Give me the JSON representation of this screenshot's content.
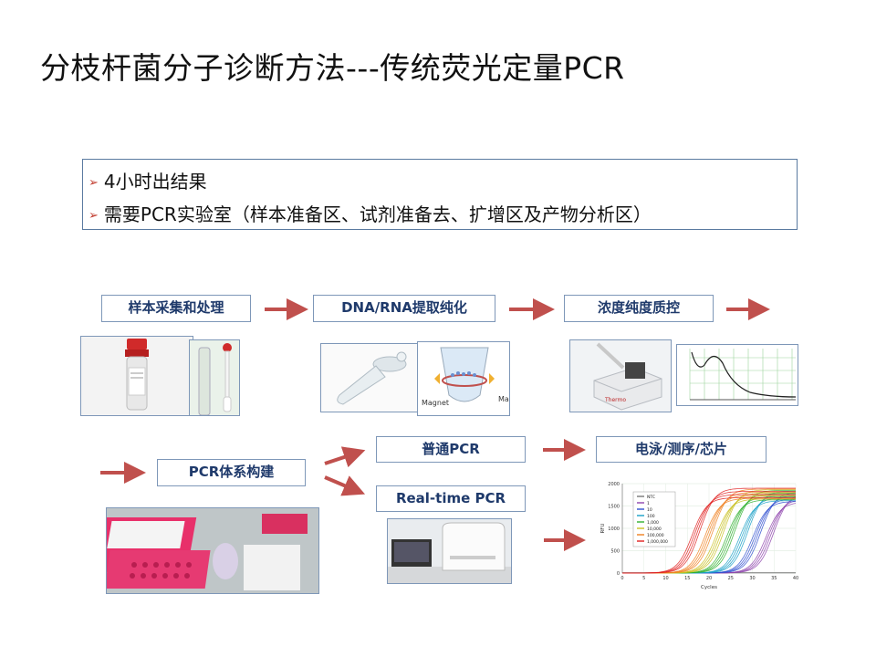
{
  "title": "分枝杆菌分子诊断方法---传统荧光定量PCR",
  "bullets": [
    "4小时出结果",
    "需要PCR实验室（样本准备区、试剂准备去、扩增区及产物分析区）"
  ],
  "flow": {
    "step1": "样本采集和处理",
    "step2": "DNA/RNA提取纯化",
    "step3": "浓度纯度质控",
    "step4": "PCR体系构建",
    "step5a": "普通PCR",
    "step5b": "Real-time PCR",
    "step6": "电泳/测序/芯片"
  },
  "images": {
    "magnet_label": "Magnet",
    "magnet_label2": "Mag",
    "spectro_brand": "Thermo"
  },
  "colors": {
    "arrow": "#c0504d",
    "box_border": "#7e97b8",
    "box_text": "#1f3a6b"
  },
  "chart_data": {
    "type": "line",
    "xlabel": "Cycles",
    "ylabel": "RFU",
    "xlim": [
      0,
      40
    ],
    "ylim": [
      0,
      2000
    ],
    "xticks": [
      0,
      5,
      10,
      15,
      20,
      25,
      30,
      35,
      40
    ],
    "yticks": [
      0,
      500,
      1000,
      1500,
      2000
    ],
    "legend_position": "top-left",
    "series": [
      {
        "name": "NTC",
        "color": "#777777",
        "midpoint": null
      },
      {
        "name": "1",
        "color": "#8e44ad",
        "midpoint": 34
      },
      {
        "name": "10",
        "color": "#3050d0",
        "midpoint": 31
      },
      {
        "name": "100",
        "color": "#1aa0c8",
        "midpoint": 28
      },
      {
        "name": "1,000",
        "color": "#30b030",
        "midpoint": 25
      },
      {
        "name": "10,000",
        "color": "#c8c020",
        "midpoint": 22.5
      },
      {
        "name": "100,000",
        "color": "#f08020",
        "midpoint": 20
      },
      {
        "name": "1,000,000",
        "color": "#e02020",
        "midpoint": 17
      }
    ]
  }
}
